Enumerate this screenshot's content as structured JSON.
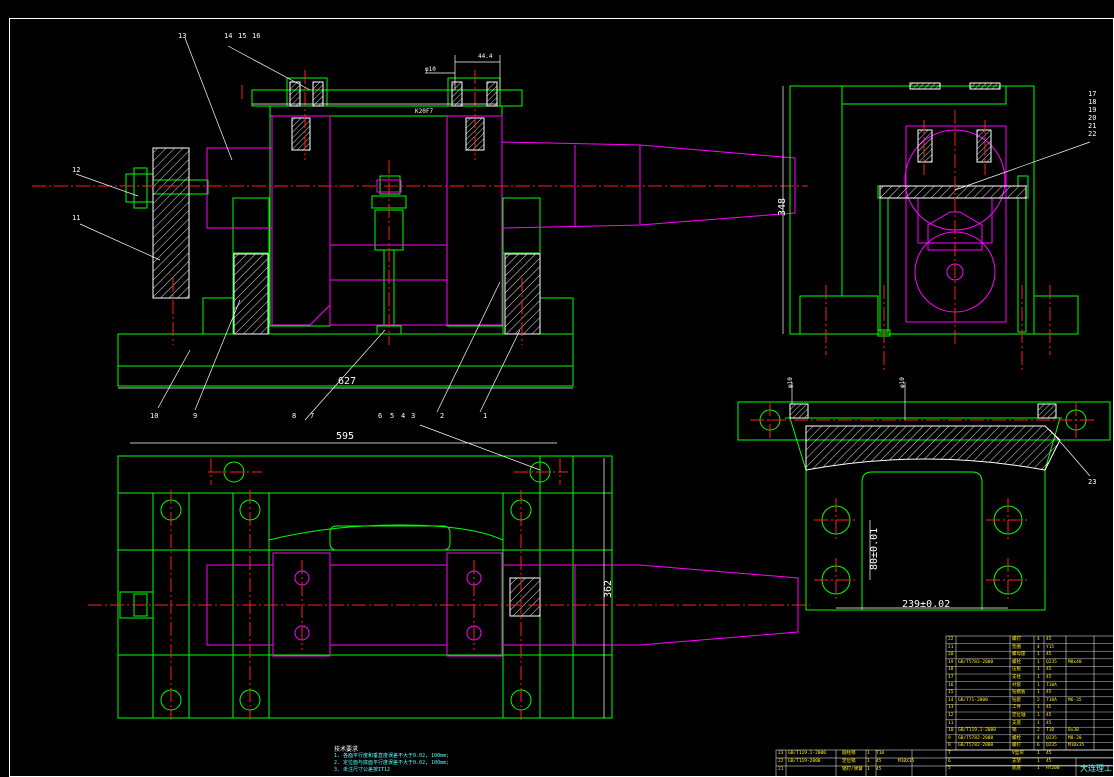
{
  "colors": {
    "frame": "#ffffff",
    "part": "#00ff00",
    "workpiece": "#ff00ff",
    "center": "#ff2020",
    "hatch": "#ffffff",
    "text": "#ffffff",
    "table": "#ffea00",
    "table_lines": "#ffffff"
  },
  "callouts": {
    "c13": "13",
    "c14": "14",
    "c15": "15",
    "c16": "16",
    "c12": "12",
    "c11": "11",
    "c10": "10",
    "c9": "9",
    "c8": "8",
    "c7": "7",
    "c6": "6",
    "c5": "5",
    "c4": "4",
    "c3": "3",
    "c2": "2",
    "c1": "1",
    "c17": "17",
    "c18": "18",
    "c19": "19",
    "c20": "20",
    "c21": "21",
    "c22": "22",
    "c23": "23"
  },
  "dimensions": {
    "d627": "627",
    "d595": "595",
    "d362": "362",
    "d348": "348",
    "d80": "80±0.01",
    "d239": "239±0.02",
    "dK20": "K20F7",
    "tolA": "φ10",
    "tolB": "44.4",
    "tolC": "φ10",
    "tolD": "φ10"
  },
  "notes": {
    "title": "技术要求",
    "line1": "1. 各面平行度和垂直度误差不大于0.02, 100mm;",
    "line2": "2. 定位面与底面平行度误差不大于0.02, 100mm;",
    "line3": "3. 未注尺寸公差按IT12"
  },
  "bom": [
    {
      "no": "22",
      "code": "",
      "name": "螺钉",
      "qty": "4",
      "mat": "45",
      "note": ""
    },
    {
      "no": "21",
      "code": "",
      "name": "垫圈",
      "qty": "4",
      "mat": "Y15",
      "note": ""
    },
    {
      "no": "20",
      "code": "",
      "name": "螺母座",
      "qty": "1",
      "mat": "45",
      "note": ""
    },
    {
      "no": "19",
      "code": "GB/T5783-2000",
      "name": "螺栓",
      "qty": "1",
      "mat": "Q235",
      "note": "M8x40"
    },
    {
      "no": "18",
      "code": "",
      "name": "压板",
      "qty": "1",
      "mat": "45",
      "note": ""
    },
    {
      "no": "17",
      "code": "",
      "name": "支柱",
      "qty": "1",
      "mat": "45",
      "note": ""
    },
    {
      "no": "16",
      "code": "",
      "name": "衬套",
      "qty": "1",
      "mat": "T10A",
      "note": ""
    },
    {
      "no": "15",
      "code": "",
      "name": "钻模板",
      "qty": "1",
      "mat": "45",
      "note": ""
    },
    {
      "no": "14",
      "code": "GB/T71-2000",
      "name": "钻套",
      "qty": "2",
      "mat": "T10A",
      "note": "M6-35"
    },
    {
      "no": "13",
      "code": "",
      "name": "工件",
      "qty": "1",
      "mat": "45",
      "note": ""
    },
    {
      "no": "12",
      "code": "",
      "name": "定位轴",
      "qty": "1",
      "mat": "45",
      "note": ""
    },
    {
      "no": "11",
      "code": "",
      "name": "支座",
      "qty": "1",
      "mat": "45",
      "note": ""
    },
    {
      "no": "10",
      "code": "GB/T119.1-2000",
      "name": "销",
      "qty": "2",
      "mat": "T10",
      "note": "8x30"
    },
    {
      "no": "9",
      "code": "GB/T5782-2000",
      "name": "螺栓",
      "qty": "4",
      "mat": "Q235",
      "note": "M8-20"
    },
    {
      "no": "8",
      "code": "GB/T5782-2000",
      "name": "螺钉",
      "qty": "6",
      "mat": "Q235",
      "note": "M10x35"
    },
    {
      "no": "7",
      "code": "",
      "name": "V型块",
      "qty": "1",
      "mat": "45",
      "note": ""
    },
    {
      "no": "6",
      "code": "",
      "name": "支架",
      "qty": "1",
      "mat": "45",
      "note": ""
    },
    {
      "no": "5",
      "code": "",
      "name": "底座",
      "qty": "1",
      "mat": "HT200",
      "note": ""
    }
  ],
  "titleblock": [
    {
      "no": "23",
      "code": "GB/T119.1-2000",
      "name": "圆柱销",
      "qty": "1",
      "mat": "T10",
      "note": ""
    },
    {
      "no": "22",
      "code": "GB/T119-2000",
      "name": "定位销",
      "qty": "1",
      "mat": "45",
      "note": "M10X35"
    },
    {
      "no": "21",
      "code": "",
      "name": "销钉/弹簧",
      "qty": "1",
      "mat": "45",
      "note": ""
    }
  ],
  "title_cell": "大连理工"
}
